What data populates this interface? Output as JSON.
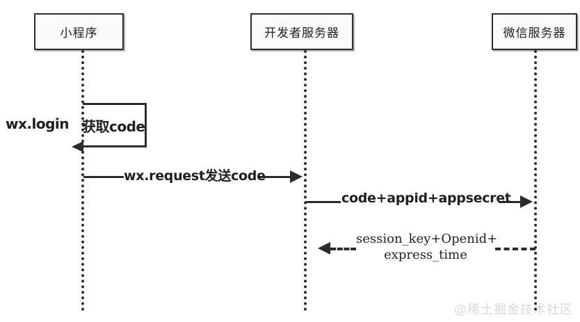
{
  "diagram": {
    "type": "sequence-diagram",
    "background_color": "#ffffff",
    "line_color": "#2b2b2b",
    "box_fill_color": "#fafafa",
    "participants": [
      {
        "id": "miniprogram",
        "label": "小程序"
      },
      {
        "id": "dev-server",
        "label": "开发者服务器"
      },
      {
        "id": "wechat-server",
        "label": "微信服务器"
      }
    ],
    "messages": [
      {
        "id": "wx-login",
        "from": "miniprogram",
        "to": "miniprogram",
        "label_left": "wx.login",
        "label_right": "获取code",
        "style": "solid",
        "kind": "self-call"
      },
      {
        "id": "wx-request",
        "from": "miniprogram",
        "to": "dev-server",
        "label": "wx.request发送code",
        "style": "solid",
        "direction": "right"
      },
      {
        "id": "code-appid-appsecret",
        "from": "dev-server",
        "to": "wechat-server",
        "label": "code+appid+appsecret",
        "style": "solid",
        "direction": "right"
      },
      {
        "id": "session-key-return",
        "from": "wechat-server",
        "to": "dev-server",
        "label_line1": "session_key+Openid+",
        "label_line2": "express_time",
        "style": "dashed",
        "direction": "left"
      }
    ]
  },
  "watermark": {
    "text": "@稀土掘金技术社区",
    "color": "#d8d8d8"
  }
}
